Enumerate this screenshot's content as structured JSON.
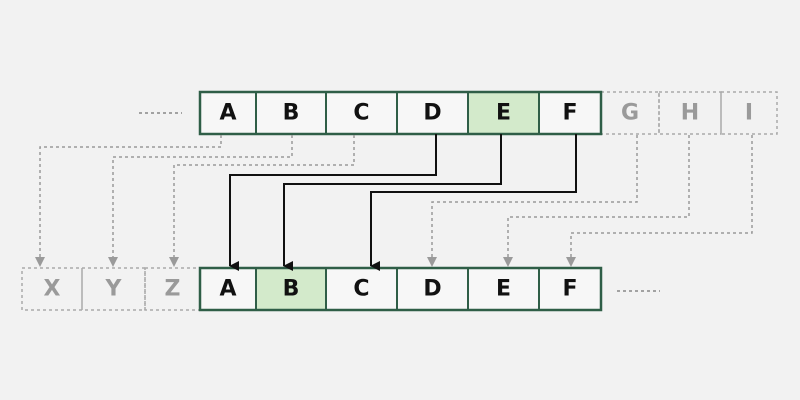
{
  "top_row": {
    "cells": [
      "A",
      "B",
      "C",
      "D",
      "E",
      "F"
    ],
    "highlighted": "E",
    "ghost_cells": [
      "G",
      "H",
      "I"
    ]
  },
  "bottom_row": {
    "ghost_cells": [
      "X",
      "Y",
      "Z"
    ],
    "cells": [
      "A",
      "B",
      "C",
      "D",
      "E",
      "F"
    ],
    "highlighted": "B"
  },
  "colors": {
    "border": "#2f5e47",
    "highlight": "#d3eacb",
    "cell_bg": "#f7f7f7",
    "ghost": "#9a9a9a",
    "arrow": "#111111"
  }
}
